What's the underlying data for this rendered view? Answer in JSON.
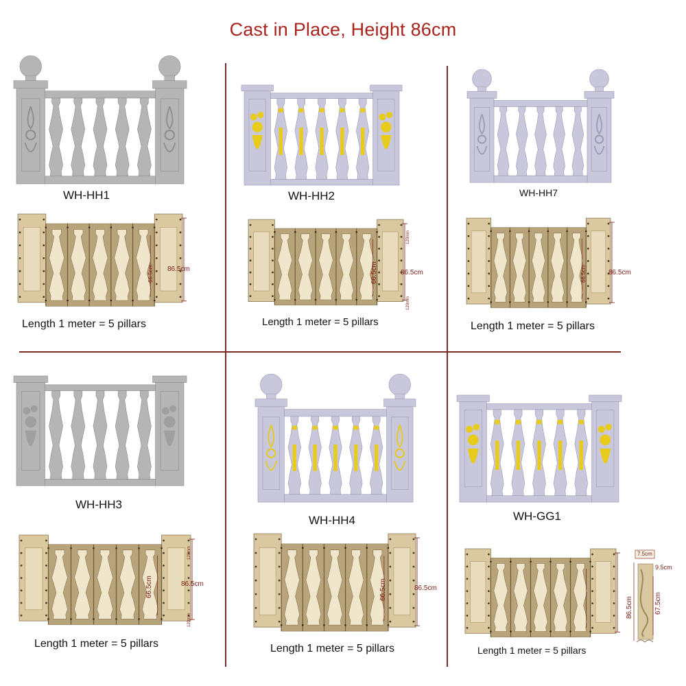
{
  "title": "Cast in Place, Height 86cm",
  "colors": {
    "title": "#a8241c",
    "divider": "#7a2a22",
    "gray_render": "#b5b5b5",
    "lavender_render": "#c9c7dc",
    "gold_ornament": "#e8cc1c",
    "mold": "#d9c8a0",
    "dimension": "#7a1a12"
  },
  "models": [
    {
      "code": "WH-HH1",
      "render_style": "gray",
      "ornament": "scroll-medallion",
      "finials": true,
      "caption": "Length 1 meter = 5 pillars",
      "height_label": "86.5cm",
      "inner_label": "66.5cm"
    },
    {
      "code": "WH-HH2",
      "render_style": "lavender-gold",
      "ornament": "flower-vase",
      "finials": false,
      "caption": "Length 1 meter = 5 pillars",
      "height_label": "86.5cm",
      "inner_label": "66.5cm",
      "top_label": "120mm",
      "bottom_label": "120mm"
    },
    {
      "code": "WH-HH7",
      "render_style": "lavender",
      "ornament": "scroll-medallion",
      "finials": true,
      "caption": "Length 1 meter = 5 pillars",
      "height_label": "86.5cm",
      "inner_label": "66.5cm"
    },
    {
      "code": "WH-HH3",
      "render_style": "gray",
      "ornament": "flower-vase",
      "finials": false,
      "caption": "Length 1 meter = 5 pillars",
      "height_label": "86.5cm",
      "inner_label": "66.5cm",
      "top_label": "120mm",
      "bottom_label": "120mm"
    },
    {
      "code": "WH-HH4",
      "render_style": "lavender-gold",
      "ornament": "scroll-medallion",
      "finials": true,
      "caption": "Length 1 meter = 5 pillars",
      "height_label": "86.5cm",
      "inner_label": "66.5cm"
    },
    {
      "code": "WH-GG1",
      "render_style": "lavender-gold",
      "ornament": "flower-vase",
      "finials": false,
      "caption": "Length 1 meter = 5 pillars",
      "height_label": "86.5cm",
      "inner_label": "67.5cm",
      "top_width_label": "7.5cm",
      "side_width_label": "9.5cm"
    }
  ]
}
